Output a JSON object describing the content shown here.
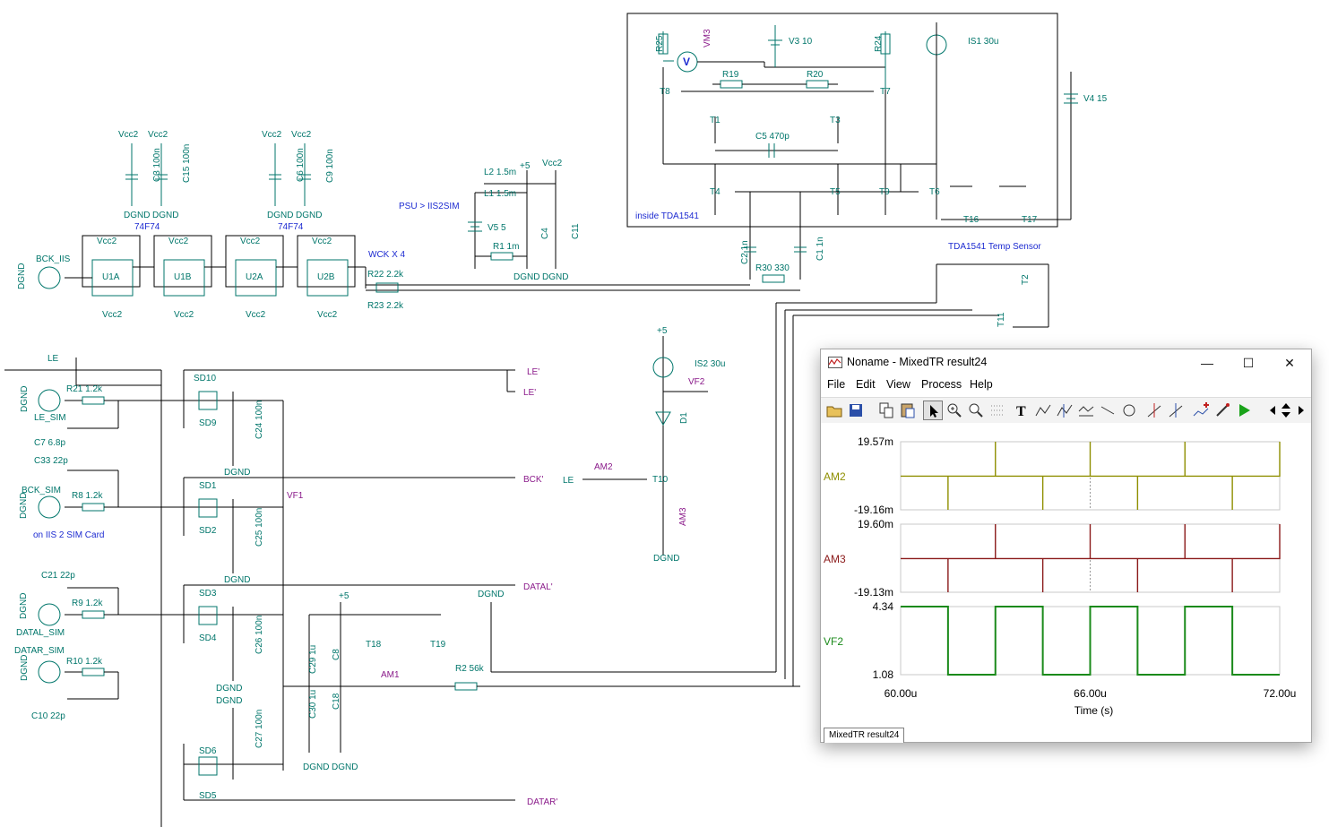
{
  "schematic": {
    "labels": {
      "tda_box": "inside TDA1541",
      "tda_temp": "TDA1541 Temp Sensor",
      "psu": "PSU > IIS2SIM",
      "wck": "WCK X 4",
      "sim_card": "on IIS 2 SIM Card",
      "ic_type_1": "74F74",
      "ic_type_2": "74F74",
      "u1a": "U1A",
      "u1b": "U1B",
      "u2a": "U2A",
      "u2b": "U2B",
      "bck_iis": "BCK_IIS",
      "le_sim": "LE_SIM",
      "bck_sim": "BCK_SIM",
      "datal_sim": "DATAL_SIM",
      "datar_sim": "DATAR_SIM",
      "vcc2": "Vcc2",
      "dgnd": "DGND",
      "plus5": "+5",
      "c3": "C3 100n",
      "c15": "C15 100n",
      "c6": "C6 100n",
      "c9": "C9 100n",
      "l1": "L1 1.5m",
      "l2": "L2 1.5m",
      "v5": "V5 5",
      "r1": "R1 1m",
      "c4": "C4",
      "c11": "C11",
      "r22": "R22 2.2k",
      "r23": "R23 2.2k",
      "r30": "R30 330",
      "c2": "C2 1n",
      "c1": "C1 1n",
      "r25": "R25",
      "vm3": "VM3",
      "v3": "V3 10",
      "r24": "R24",
      "is1": "IS1 30u",
      "v4": "V4 15",
      "r19": "R19",
      "r20": "R20",
      "c5": "C5 470p",
      "t1": "T1",
      "t2": "T2",
      "t3": "T3",
      "t4": "T4",
      "t5": "T5",
      "t6": "T6",
      "t7": "T7",
      "t8": "T8",
      "t9": "T9",
      "t10": "T10",
      "t11": "T11",
      "t16": "T16",
      "t17": "T17",
      "t18": "T18",
      "t19": "T19",
      "le": "LE",
      "le_out": "LE'",
      "le_out2": "LE'",
      "bck_out": "BCK'",
      "datal_out": "DATAL'",
      "datar_out": "DATAR'",
      "vf1": "VF1",
      "vf2": "VF2",
      "am1": "AM1",
      "am2": "AM2",
      "am3": "AM3",
      "is2": "IS2 30u",
      "d1": "D1",
      "r21": "R21 1.2k",
      "r8": "R8 1.2k",
      "r9": "R9 1.2k",
      "r10": "R10 1.2k",
      "c7": "C7 6.8p",
      "c33": "C33 22p",
      "c21": "C21 22p",
      "c10": "C10 22p",
      "sd10": "SD10",
      "sd9": "SD9",
      "sd1": "SD1",
      "sd2": "SD2",
      "sd3": "SD3",
      "sd4": "SD4",
      "sd5": "SD5",
      "sd6": "SD6",
      "c24": "C24 100n",
      "c25": "C25 100n",
      "c26": "C26 100n",
      "c27": "C27 100n",
      "c29": "C29 1u",
      "c30": "C30 1u",
      "c8": "C8",
      "c18": "C18",
      "r2": "R2 56k"
    }
  },
  "sim_window": {
    "title": "Noname - MixedTR result24",
    "controls": {
      "minimize": "—",
      "maximize": "☐",
      "close": "✕"
    },
    "menu": [
      "File",
      "Edit",
      "View",
      "Process",
      "Help"
    ],
    "toolbar": [
      {
        "name": "open-icon"
      },
      {
        "name": "save-icon"
      },
      {
        "name": "copy-icon"
      },
      {
        "name": "paste-icon"
      },
      {
        "name": "pointer-icon"
      },
      {
        "name": "zoom-in-icon"
      },
      {
        "name": "zoom-100-icon"
      },
      {
        "name": "grid-icon"
      },
      {
        "name": "text-icon"
      },
      {
        "name": "cursor-a-icon"
      },
      {
        "name": "cursor-b-icon"
      },
      {
        "name": "cursor-c-icon"
      },
      {
        "name": "line-icon"
      },
      {
        "name": "circle-icon"
      },
      {
        "name": "marker-a-icon"
      },
      {
        "name": "marker-b-icon"
      },
      {
        "name": "add-curve-icon"
      },
      {
        "name": "pen-icon"
      },
      {
        "name": "run-icon"
      },
      {
        "name": "nav-left-icon"
      },
      {
        "name": "nav-updown-icon"
      },
      {
        "name": "nav-right-icon"
      }
    ],
    "status_tab": "MixedTR result24"
  },
  "chart_data": {
    "type": "line",
    "xlabel": "Time (s)",
    "x_ticks": [
      "60.00u",
      "66.00u",
      "72.00u"
    ],
    "xlim": [
      60,
      72
    ],
    "series": [
      {
        "name": "AM2",
        "color": "#8f8f00",
        "ymax_label": "19.57m",
        "ymin_label": "-19.16m",
        "ylim": [
          -19.16,
          19.57
        ],
        "baseline": 0,
        "spikes_up_x": [
          63.0,
          66.0,
          69.0,
          72.0
        ],
        "spikes_down_x": [
          61.5,
          64.5,
          67.5,
          70.5
        ]
      },
      {
        "name": "AM3",
        "color": "#8b1a1a",
        "ymax_label": "19.60m",
        "ymin_label": "-19.13m",
        "ylim": [
          -19.13,
          19.6
        ],
        "baseline": 0,
        "spikes_up_x": [
          63.0,
          66.0,
          69.0,
          72.0
        ],
        "spikes_down_x": [
          61.5,
          64.5,
          67.5,
          70.5
        ]
      },
      {
        "name": "VF2",
        "color": "#1a8a1a",
        "ymax_label": "4.34",
        "ymin_label": "1.08",
        "ylim": [
          1.08,
          4.34
        ],
        "pulses": [
          [
            60.0,
            61.5
          ],
          [
            63.0,
            64.5
          ],
          [
            66.0,
            67.5
          ],
          [
            69.0,
            70.5
          ]
        ]
      }
    ]
  }
}
